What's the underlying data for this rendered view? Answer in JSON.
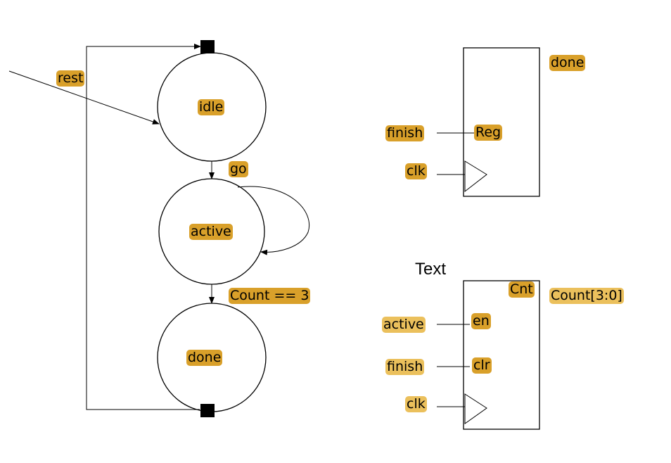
{
  "fsm": {
    "reset_label": "rest",
    "states": [
      "idle",
      "active",
      "done"
    ],
    "transitions": {
      "idle_to_active": "go",
      "active_to_done": "Count == 3"
    }
  },
  "reg_block": {
    "name": "Reg",
    "inputs": [
      "finish",
      "clk"
    ],
    "output": "done"
  },
  "cnt_block": {
    "title": "Text",
    "name": "Cnt",
    "ports": [
      "en",
      "clr"
    ],
    "inputs": [
      "active",
      "finish",
      "clk"
    ],
    "output": "Count[3:0]"
  },
  "colors": {
    "highlight_dark": "#d9a02a",
    "highlight_light": "#ebc05c",
    "stroke": "#000000"
  }
}
